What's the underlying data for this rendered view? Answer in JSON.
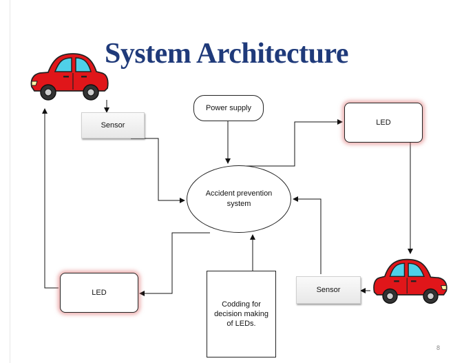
{
  "slide": {
    "title": "System Architecture",
    "page_number": "8"
  },
  "nodes": {
    "sensor_top": "Sensor",
    "power_supply": "Power supply",
    "led_top_right": "LED",
    "controller": "Accident prevention system",
    "led_bottom_left": "LED",
    "sensor_bottom": "Sensor",
    "coding": "Codding for decision making of LEDs."
  },
  "colors": {
    "title": "#1f3a7a",
    "car_body": "#e0161a",
    "car_window": "#4fd0e8",
    "led_glow": "#dc6e6e"
  },
  "icons": [
    "car-icon",
    "car-icon"
  ]
}
